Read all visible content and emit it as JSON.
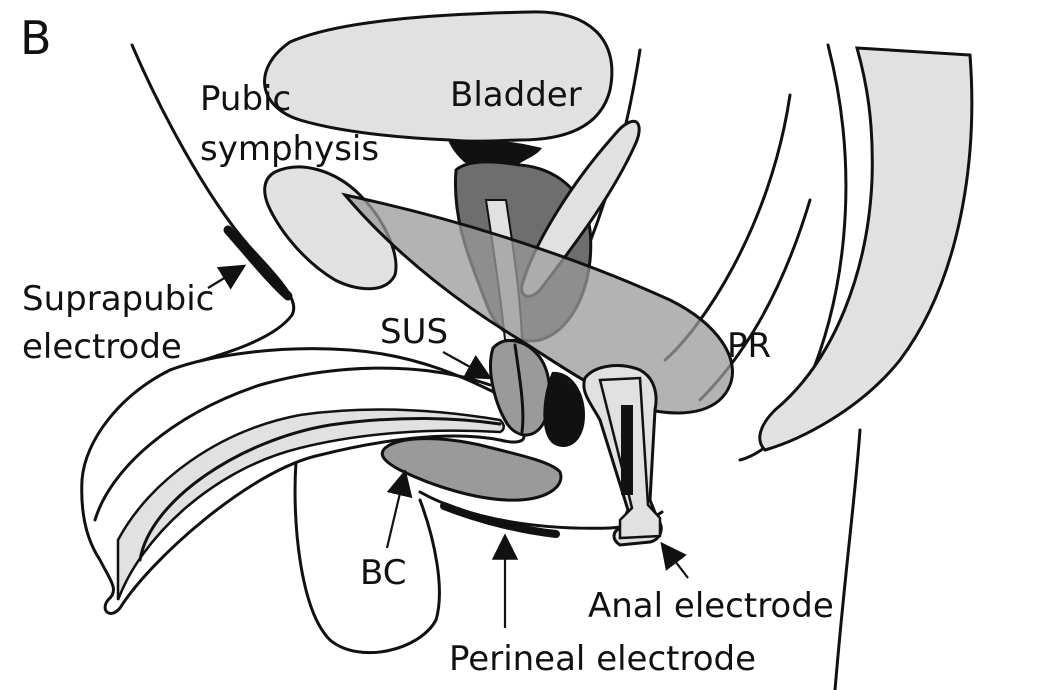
{
  "panel_label": "B",
  "labels": {
    "pubic_1": "Pubic",
    "pubic_2": "symphysis",
    "bladder": "Bladder",
    "suprapubic_1": "Suprapubic",
    "suprapubic_2": "electrode",
    "sus": "SUS",
    "pr": "PR",
    "bc": "BC",
    "anal_electrode": "Anal electrode",
    "perineal_electrode": "Perineal electrode"
  },
  "colors": {
    "light_gray": "#e1e1e1",
    "mid_gray": "#9a9a9a",
    "dark_gray": "#6e6e6e",
    "black": "#111111"
  }
}
